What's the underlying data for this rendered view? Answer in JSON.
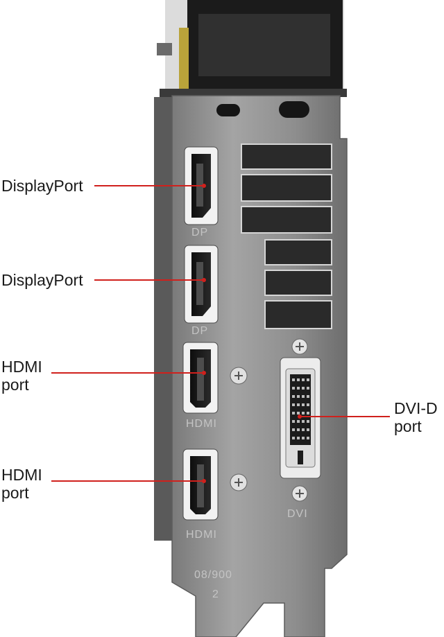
{
  "callouts": [
    {
      "id": "dp1",
      "text": "DisplayPort"
    },
    {
      "id": "dp2",
      "text": "DisplayPort"
    },
    {
      "id": "hdmi1",
      "text": "HDMI\nport"
    },
    {
      "id": "hdmi2",
      "text": "HDMI\nport"
    },
    {
      "id": "dvi",
      "text": "DVI-D\nport"
    }
  ],
  "bracket_marks": {
    "dp": "DP",
    "hdmi": "HDMI",
    "dvi": "DVI",
    "code": "08/900",
    "num": "2"
  },
  "colors": {
    "leader_line": "#d0201c",
    "bracket_metal": "#8c8c8c",
    "shroud": "#1b1b1b"
  }
}
